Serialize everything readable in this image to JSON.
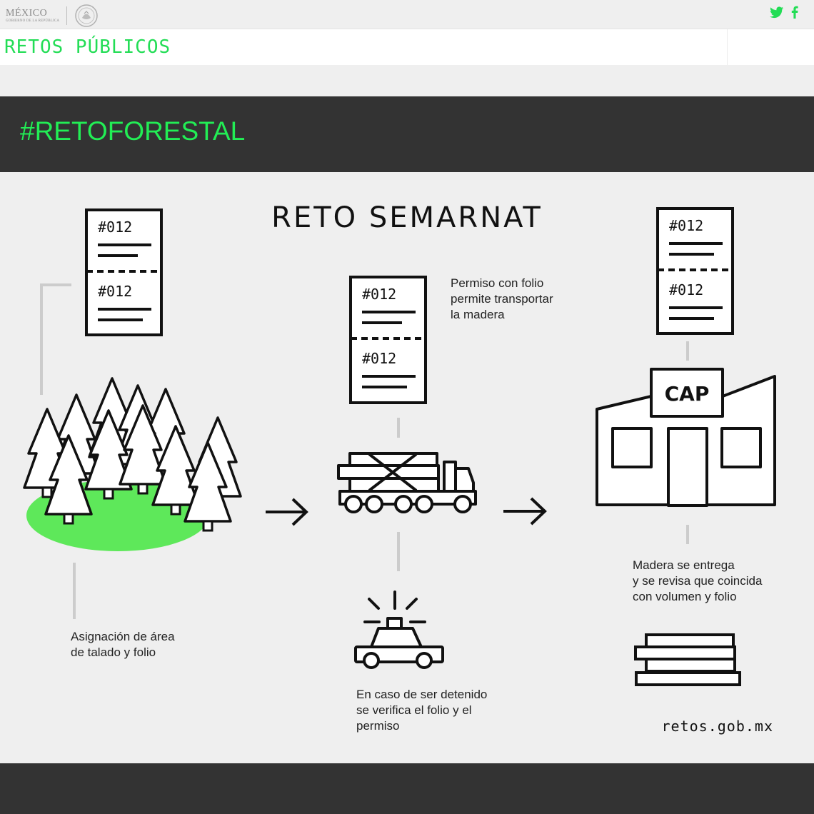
{
  "gov": {
    "name": "MÉXICO",
    "subtitle": "GOBIERNO DE LA REPÚBLICA"
  },
  "social": [
    "twitter-icon",
    "facebook-icon"
  ],
  "header": {
    "site_title": "RETOS PÚBLICOS"
  },
  "hero": {
    "title": "#RETOFORESTAL"
  },
  "infographic": {
    "title": "RETO SEMARNAT",
    "folio": "#012",
    "cap_label": "CAP",
    "step1": [
      "Asignación de área",
      "de talado y folio"
    ],
    "step2": [
      "Permiso con folio",
      "permite transportar",
      "la madera"
    ],
    "step3": [
      "En caso de ser detenido",
      "se verifica el folio y el",
      "permiso"
    ],
    "step4": [
      "Madera se entrega",
      "y se revisa que coincida",
      "con volumen y folio"
    ],
    "site_url": "retos.gob.mx"
  },
  "colors": {
    "accent": "#22ee55",
    "dark": "#333333",
    "forest": "#5ee85a",
    "page": "#efefef"
  }
}
